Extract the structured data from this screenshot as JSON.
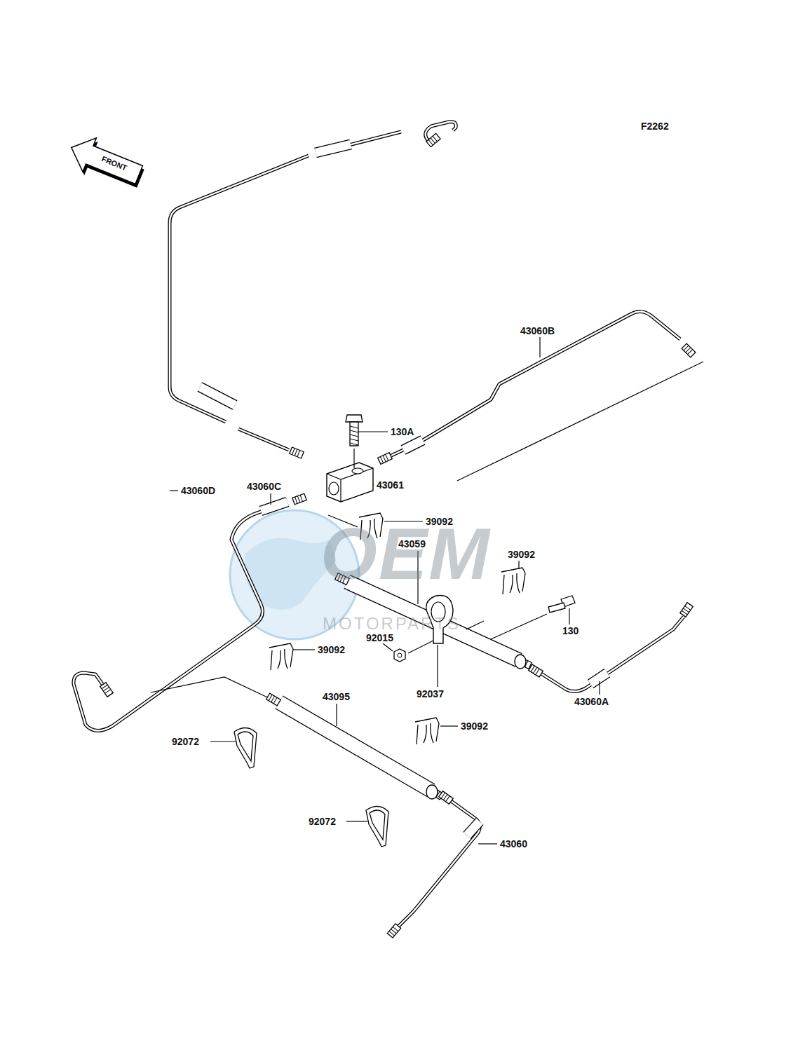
{
  "diagram": {
    "labels": [
      "F2262",
      "FRONT",
      "43060D",
      "43060B",
      "130A",
      "43061",
      "43060C",
      "39092",
      "43059",
      "39092",
      "130",
      "92015",
      "39092",
      "92037",
      "43060A",
      "43095",
      "39092",
      "92072",
      "92072",
      "43060",
      "OEM",
      "MOTORPARTS"
    ]
  }
}
